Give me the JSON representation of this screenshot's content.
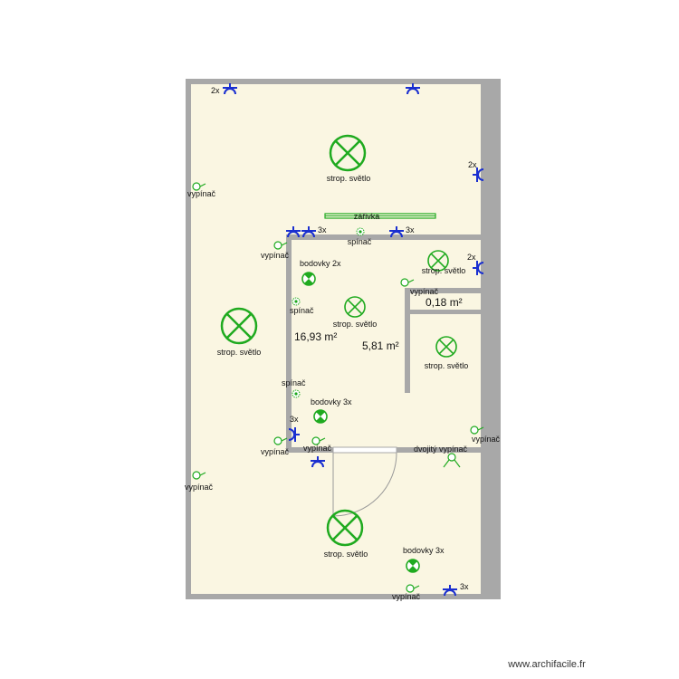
{
  "colors": {
    "wall": "#a8a8a8",
    "floor": "#faf6e2",
    "light": "#1faa1f",
    "socket": "#1a2fd0",
    "dashed": "#1faa1f"
  },
  "icons": [
    "ceiling-light-icon",
    "spotlight-icon",
    "switch-icon",
    "socket-icon",
    "fluorescent-tube-icon",
    "dimmer-icon",
    "door-swing-icon"
  ],
  "areas": {
    "room_large": "16,93 m²",
    "room_small": "5,81 m²",
    "room_tiny": "0,18 m²"
  },
  "labels": {
    "strop_svetlo": "strop. světlo",
    "zarivka": "zářivka",
    "spinac": "spínač",
    "vypinac": "vypínač",
    "bodovky_2x": "bodovky 2x",
    "bodovky_3x": "bodovky 3x",
    "dvojity_vypinac": "dvojitý vypínač",
    "count_2x": "2x",
    "count_3x": "3x"
  },
  "watermark": "www.archifacile.fr"
}
